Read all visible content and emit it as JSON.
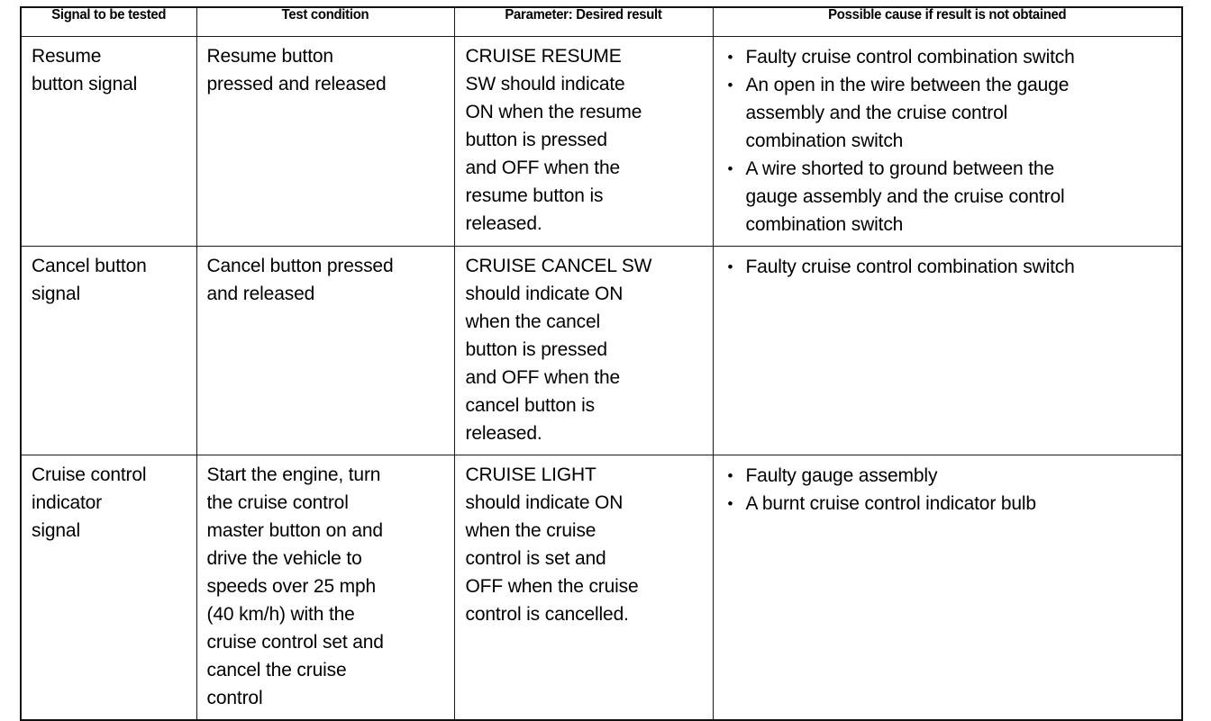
{
  "document": {
    "kind": "scanned-service-manual-table",
    "ink_color": "#111111",
    "paper_color": "#ffffff"
  },
  "table": {
    "headers": [
      "Signal to be tested",
      "Test condition",
      "Parameter: Desired result",
      "Possible cause if result is not obtained"
    ],
    "rows": [
      {
        "signal": "Resume\nbutton signal",
        "condition": "Resume button\npressed and released",
        "parameter": "CRUISE RESUME\nSW should indicate\nON when the resume\nbutton is pressed\nand OFF when the\nresume button is\nreleased.",
        "causes": [
          "Faulty cruise control combination switch",
          "An open in the wire between the gauge\nassembly and the cruise control\ncombination switch",
          "A wire shorted to ground between the\ngauge assembly and the cruise control\ncombination switch"
        ]
      },
      {
        "signal": "Cancel button\nsignal",
        "condition": "Cancel button pressed\nand released",
        "parameter": "CRUISE CANCEL SW\nshould indicate ON\nwhen the cancel\nbutton is pressed\nand OFF when the\ncancel button is\nreleased.",
        "causes": [
          "Faulty cruise control combination switch"
        ]
      },
      {
        "signal": "Cruise control\nindicator\nsignal",
        "condition": "Start the engine, turn\nthe cruise control\nmaster button on and\ndrive the vehicle to\nspeeds over 25 mph\n(40 km/h) with the\ncruise control set and\ncancel the cruise\ncontrol",
        "parameter": "CRUISE LIGHT\nshould indicate ON\nwhen the cruise\ncontrol is set and\nOFF when the cruise\ncontrol is cancelled.",
        "causes": [
          "Faulty gauge assembly",
          "A burnt cruise control indicator bulb"
        ]
      }
    ]
  }
}
